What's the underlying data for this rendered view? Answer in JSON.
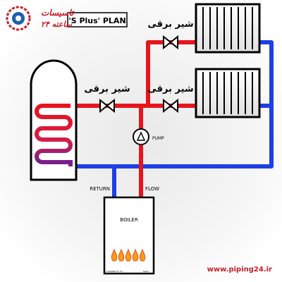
{
  "logo": {
    "name": "logo-mark",
    "text_top": "تاسیسات",
    "text_bottom": "۲۴ ساعته"
  },
  "plan_title": "'S Plus' PLAN",
  "valve_labels": [
    "شیر برقی",
    "شیر برقی",
    "شیر برقی"
  ],
  "pump_label": "PUMP",
  "return_label": "RETURN",
  "flow_label": "FLOW",
  "boiler_label": "BOILER",
  "boiler_small_left": "2 POWER ST TO",
  "boiler_small_right": "MAXY",
  "website": "www.piping24.ir",
  "colors": {
    "hot": "#e8141c",
    "cold": "#1e3fe6",
    "coil_mid": "#7a1e8c"
  }
}
